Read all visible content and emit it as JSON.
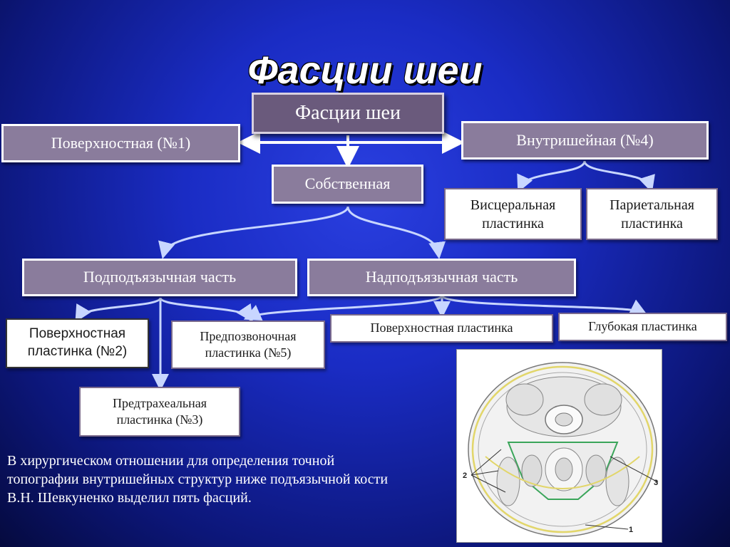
{
  "title": "Фасции шеи",
  "diagram": {
    "root": "Фасции шеи",
    "superficial": "Поверхностная (№1)",
    "proper": "Собственная",
    "internal": "Внутришейная (№4)",
    "visceral": "Висцеральная пластинка",
    "parietal": "Париетальная пластинка",
    "infrahyoid": "Подподъязычная часть",
    "suprahyoid": "Надподъязычная часть",
    "superficial_plate_2": "Поверхностная пластинка (№2)",
    "prevertebral_plate_5": "Предпозвоночная пластинка (№5)",
    "pretracheal_plate_3": "Предтрахеальная пластинка (№3)",
    "superficial_plate": "Поверхностная пластинка",
    "deep_plate": "Глубокая пластинка"
  },
  "footnote": "В хирургическом отношении для определения точной топографии внутришейных структур ниже подъязычной кости В.Н. Шевкуненко выделил пять фасций.",
  "figure": {
    "label_2": "2",
    "label_3": "3",
    "label_1": "1"
  }
}
